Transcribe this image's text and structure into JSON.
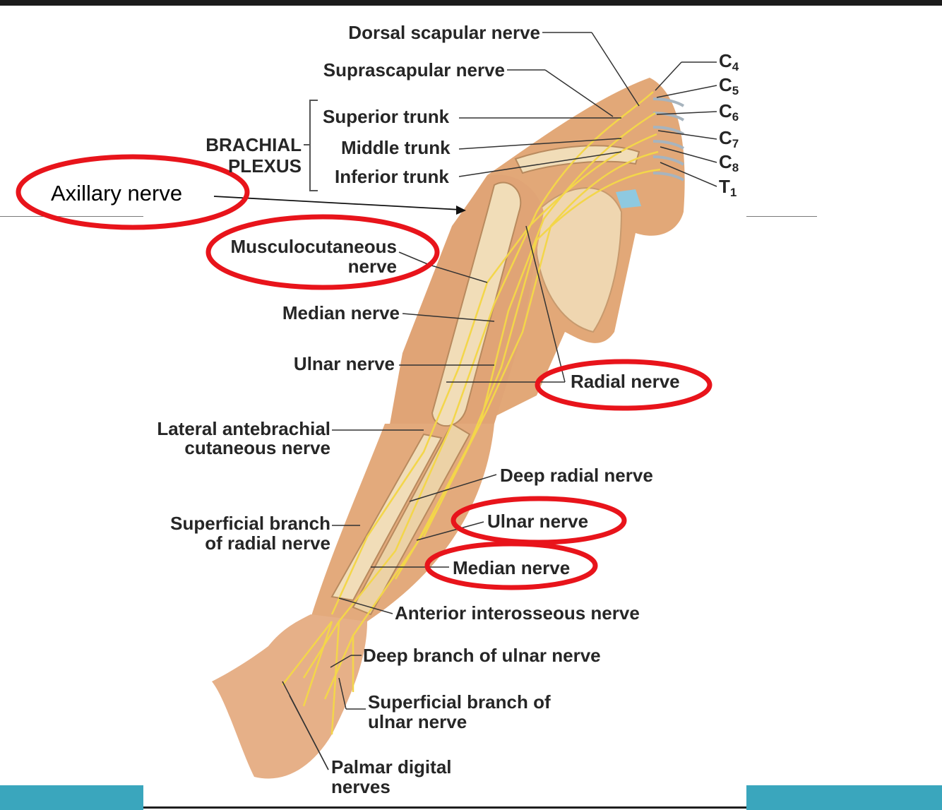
{
  "labels": {
    "dorsal_scapular": "Dorsal scapular nerve",
    "suprascapular": "Suprascapular nerve",
    "superior_trunk": "Superior trunk",
    "middle_trunk": "Middle trunk",
    "inferior_trunk": "Inferior trunk",
    "brachial_plexus_1": "BRACHIAL",
    "brachial_plexus_2": "PLEXUS",
    "axillary": "Axillary nerve",
    "musculocutaneous_1": "Musculocutaneous",
    "musculocutaneous_2": "nerve",
    "median_upper": "Median nerve",
    "ulnar_upper": "Ulnar nerve",
    "radial": "Radial nerve",
    "lateral_antebrachial_1": "Lateral antebrachial",
    "lateral_antebrachial_2": "cutaneous nerve",
    "deep_radial": "Deep radial nerve",
    "ulnar_lower": "Ulnar nerve",
    "superficial_radial_1": "Superficial branch",
    "superficial_radial_2": "of radial nerve",
    "median_lower": "Median nerve",
    "anterior_interosseous": "Anterior interosseous nerve",
    "deep_ulnar": "Deep branch of ulnar nerve",
    "superficial_ulnar_1": "Superficial branch of",
    "superficial_ulnar_2": "ulnar nerve",
    "palmar_1": "Palmar digital",
    "palmar_2": "nerves"
  },
  "roots": [
    {
      "letter": "C",
      "num": "4"
    },
    {
      "letter": "C",
      "num": "5"
    },
    {
      "letter": "C",
      "num": "6"
    },
    {
      "letter": "C",
      "num": "7"
    },
    {
      "letter": "C",
      "num": "8"
    },
    {
      "letter": "T",
      "num": "1"
    }
  ],
  "colors": {
    "highlight": "#e8141b",
    "skin": "#e2a878",
    "bone": "#f1ddb8",
    "nerve": "#f3d64a",
    "slide_accent": "#3aa6bd"
  }
}
